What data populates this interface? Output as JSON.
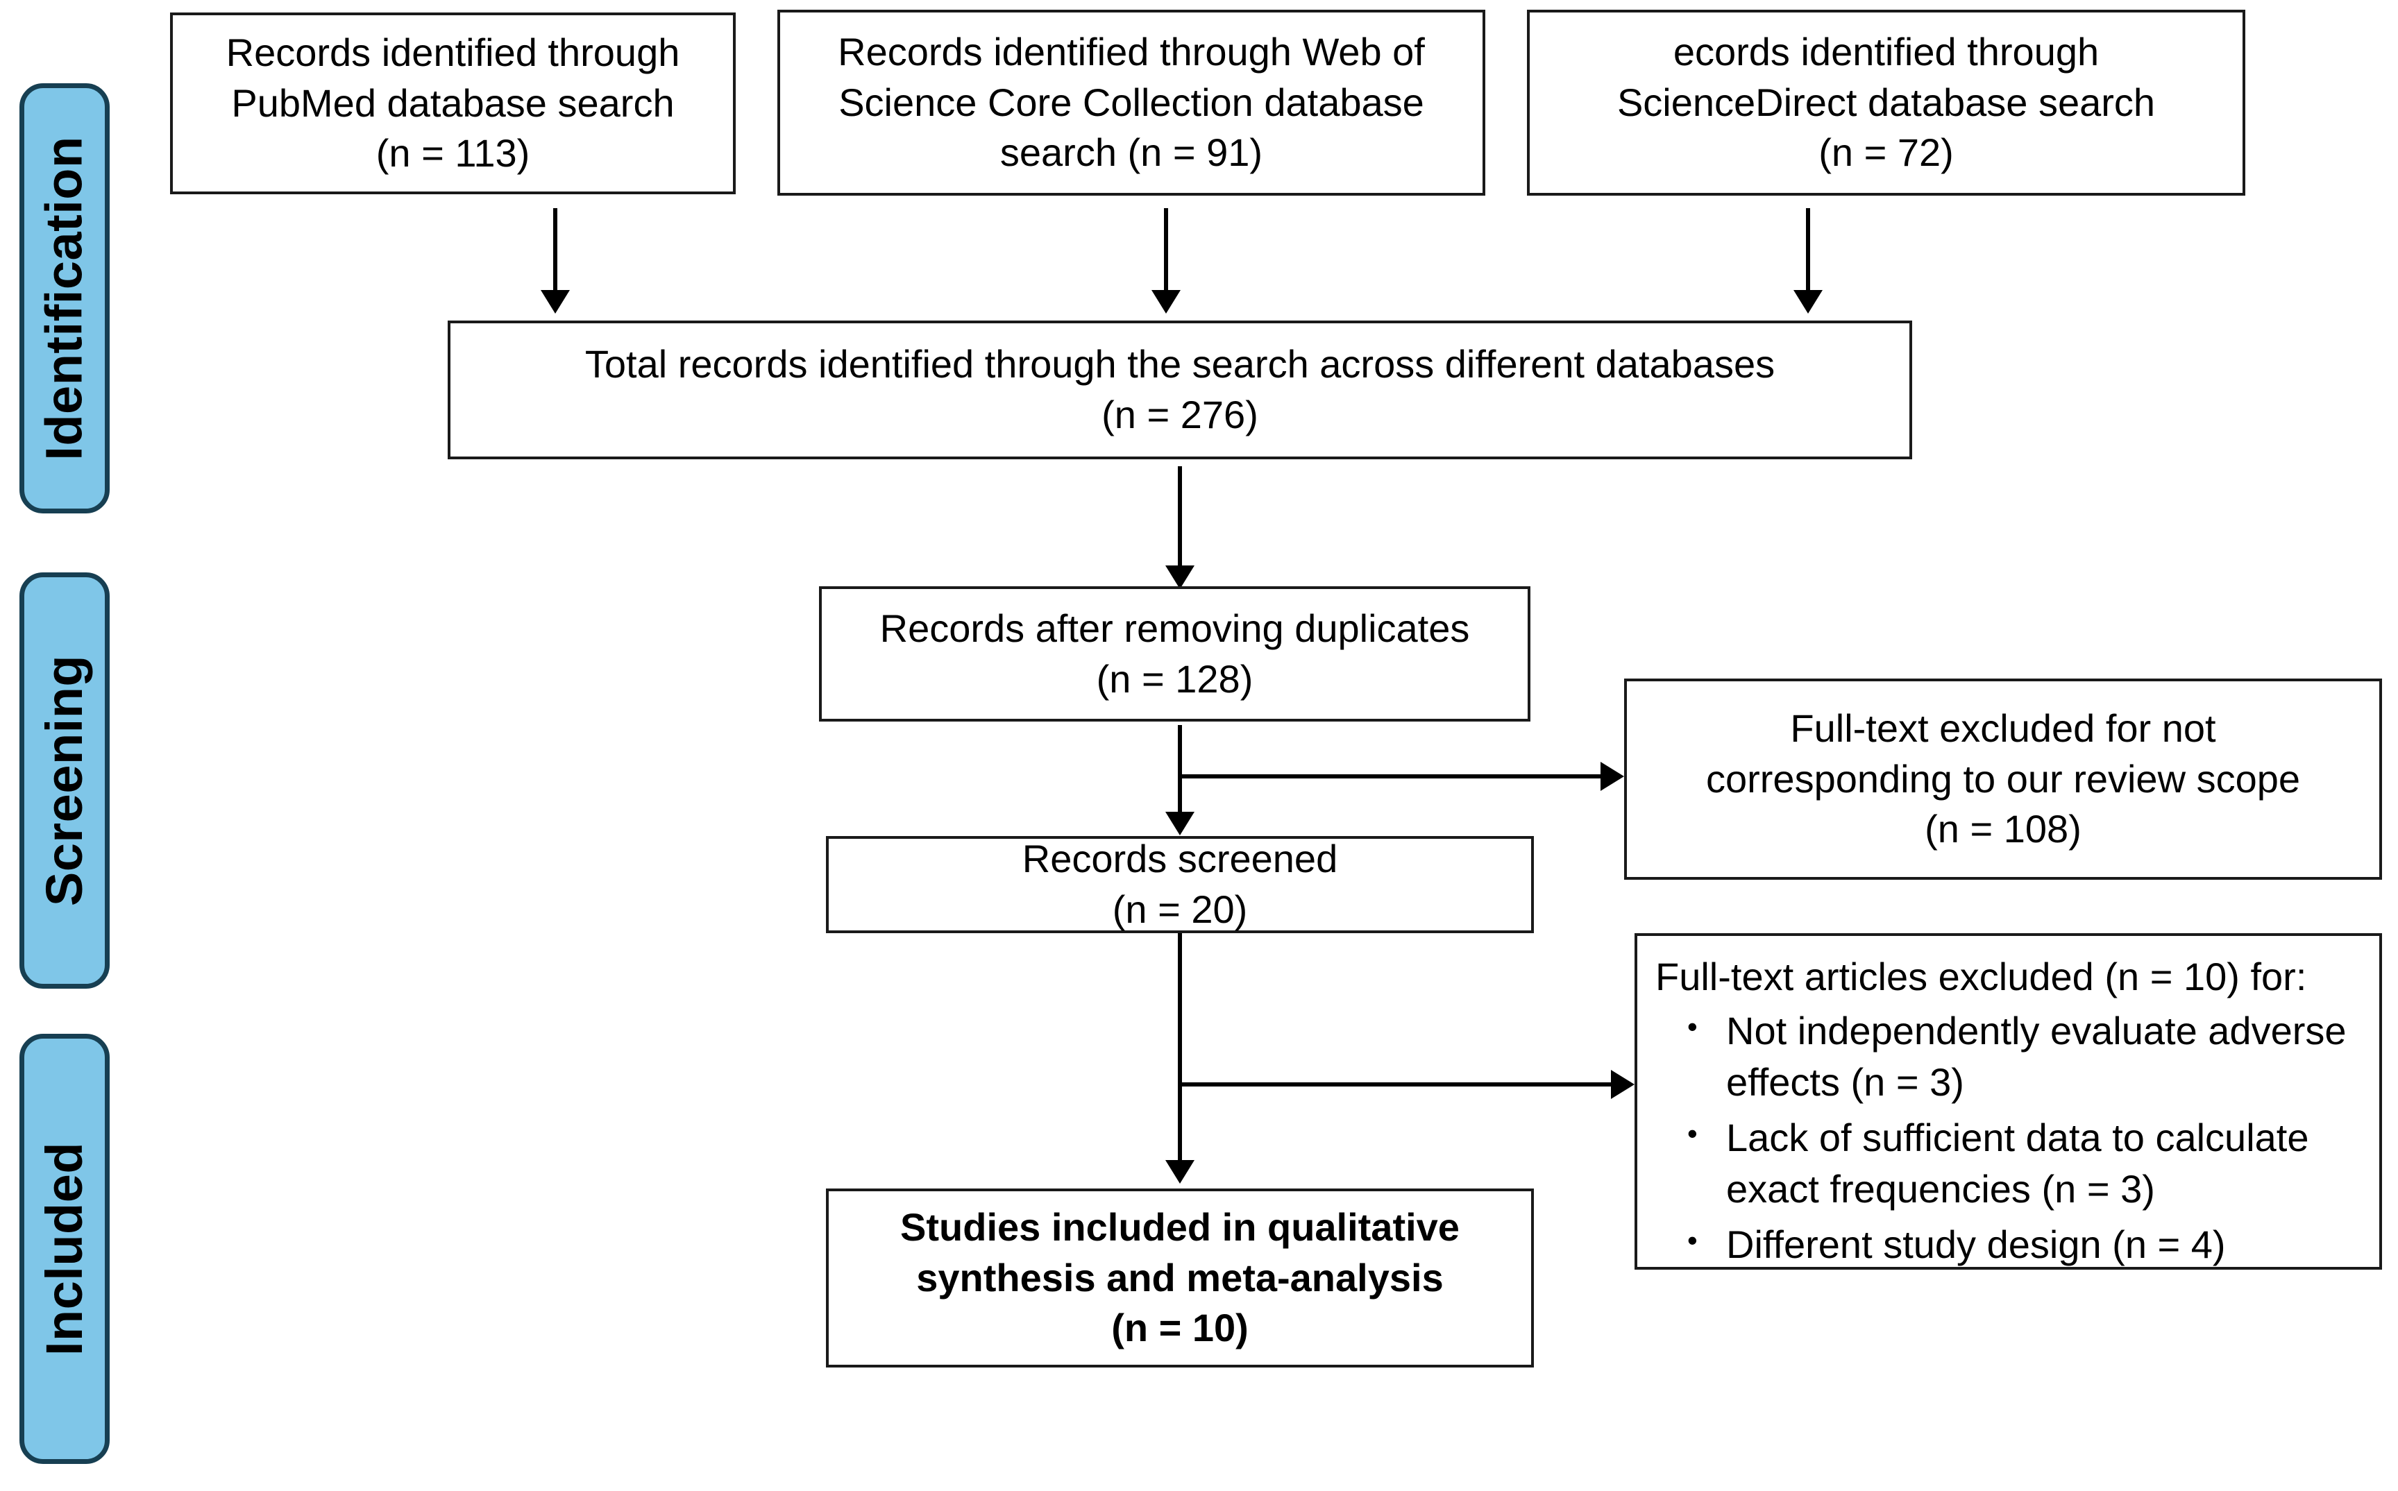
{
  "diagram": {
    "title": "PRISMA study selection flow diagram",
    "accent_blue": "#7FC6E8",
    "accent_blue_border": "#173F52",
    "line_color": "#000000",
    "box_border_color": "#1a1a1a"
  },
  "stages": [
    {
      "id": "identification",
      "label": "Identification"
    },
    {
      "id": "screening",
      "label": "Screening"
    },
    {
      "id": "included",
      "label": "Included"
    }
  ],
  "boxes": {
    "pubmed": {
      "lines": [
        "Records identified through",
        "PubMed database search",
        "(n = 113)"
      ],
      "count": 113
    },
    "web_of_science": {
      "lines": [
        "Records identified through Web of",
        "Science Core Collection database",
        "search (n = 91)"
      ],
      "count": 91
    },
    "sciencedirect": {
      "lines": [
        "ecords identified through",
        "ScienceDirect database search",
        "(n = 72)"
      ],
      "count": 72
    },
    "total_records": {
      "lines": [
        "Total records identified through the search across different databases",
        "(n = 276)"
      ],
      "count": 276
    },
    "after_duplicates": {
      "lines": [
        "Records after removing duplicates",
        "(n = 128)"
      ],
      "count": 128
    },
    "records_screened": {
      "lines": [
        "Records screened",
        "(n = 20)"
      ],
      "count": 20
    },
    "excluded_scope": {
      "lines": [
        "Full-text excluded for not",
        "corresponding to our review scope",
        "(n = 108)"
      ],
      "count": 108
    },
    "excluded_fulltext": {
      "heading": "Full-text articles excluded (n = 10) for:",
      "count": 10,
      "bullet_glyph": "•",
      "items": [
        "Not independently evaluate adverse effects (n = 3)",
        "Lack of sufficient data to calculate exact frequencies (n = 3)",
        "Different study design (n = 4)"
      ]
    },
    "included_studies": {
      "lines": [
        "Studies included in qualitative",
        "synthesis and meta-analysis",
        "(n = 10)"
      ],
      "count": 10
    }
  }
}
